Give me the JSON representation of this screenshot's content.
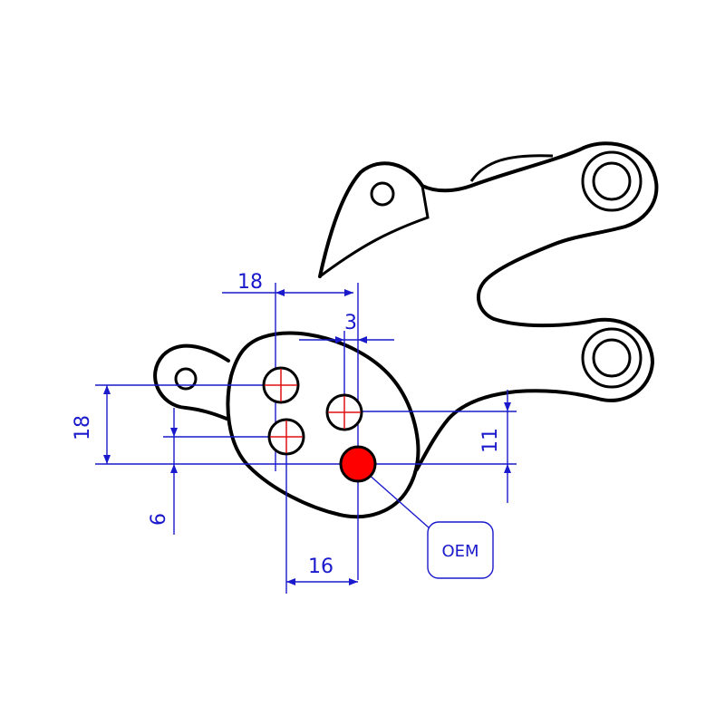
{
  "dimensions": {
    "top_horizontal": "18",
    "top_small": "3",
    "left_vertical": "18",
    "left_small": "6",
    "bottom_horizontal": "16",
    "right_vertical": "11"
  },
  "callout": {
    "label": "OEM"
  },
  "colors": {
    "outline": "#000000",
    "dimension": "#1a1acc",
    "oem_hole": "#ff0000",
    "crosshair": "#e01010"
  }
}
